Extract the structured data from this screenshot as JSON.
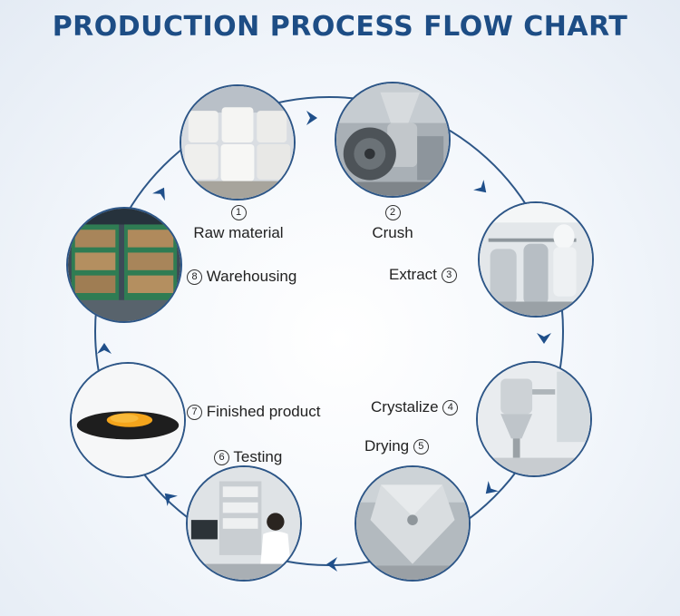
{
  "title": "PRODUCTION PROCESS FLOW CHART",
  "colors": {
    "ring": "#2d5687",
    "title": "#1d4d85",
    "arrow": "#1f4f8a"
  },
  "steps": [
    {
      "num": "1",
      "label": "Raw material"
    },
    {
      "num": "2",
      "label": "Crush"
    },
    {
      "num": "3",
      "label": "Extract"
    },
    {
      "num": "4",
      "label": "Crystalize"
    },
    {
      "num": "5",
      "label": "Drying"
    },
    {
      "num": "6",
      "label": "Testing"
    },
    {
      "num": "7",
      "label": "Finished product"
    },
    {
      "num": "8",
      "label": "Warehousing"
    }
  ]
}
